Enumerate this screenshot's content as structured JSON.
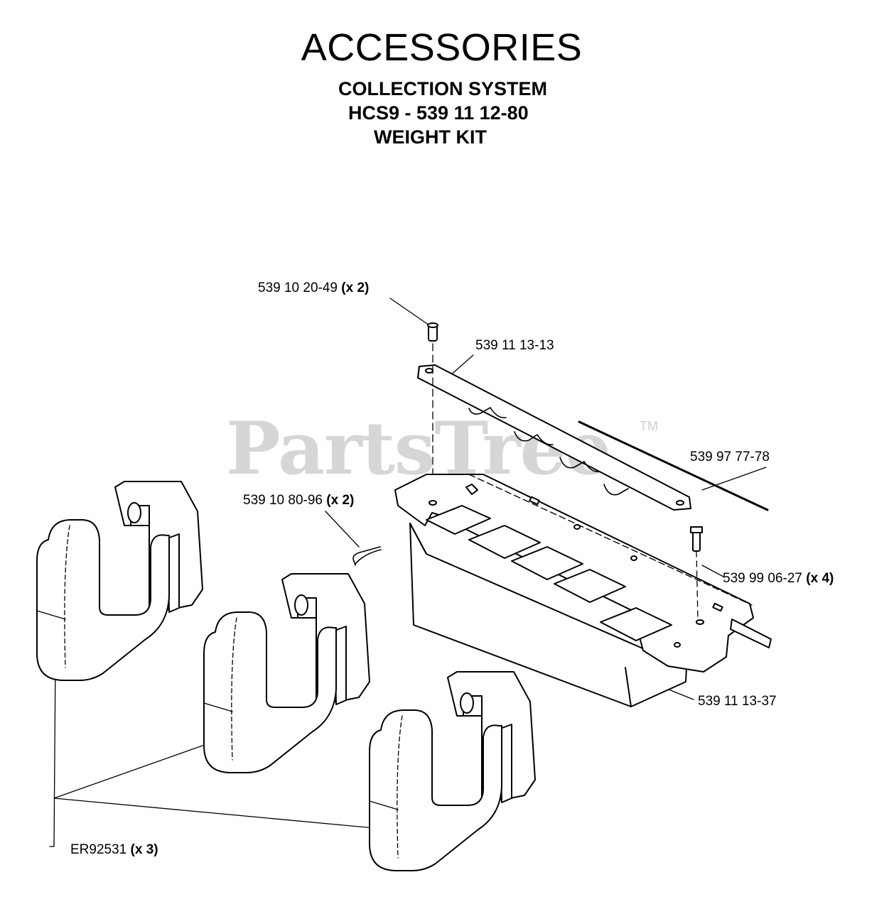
{
  "title": "ACCESSORIES",
  "subtitle_lines": [
    "COLLECTION SYSTEM",
    "HCS9 - 539 11 12-80",
    "WEIGHT KIT"
  ],
  "watermark": {
    "text": "PartsTree",
    "trademark": "TM"
  },
  "callouts": [
    {
      "part": "539 10 20-49",
      "qty": "(x 2)"
    },
    {
      "part": "539 11 13-13",
      "qty": ""
    },
    {
      "part": "539 97 77-78",
      "qty": ""
    },
    {
      "part": "539 10 80-96",
      "qty": "(x 2)"
    },
    {
      "part": "539 99 06-27",
      "qty": "(x 4)"
    },
    {
      "part": "539 11 13-37",
      "qty": ""
    },
    {
      "part": "ER92531",
      "qty": "(x 3)"
    }
  ]
}
